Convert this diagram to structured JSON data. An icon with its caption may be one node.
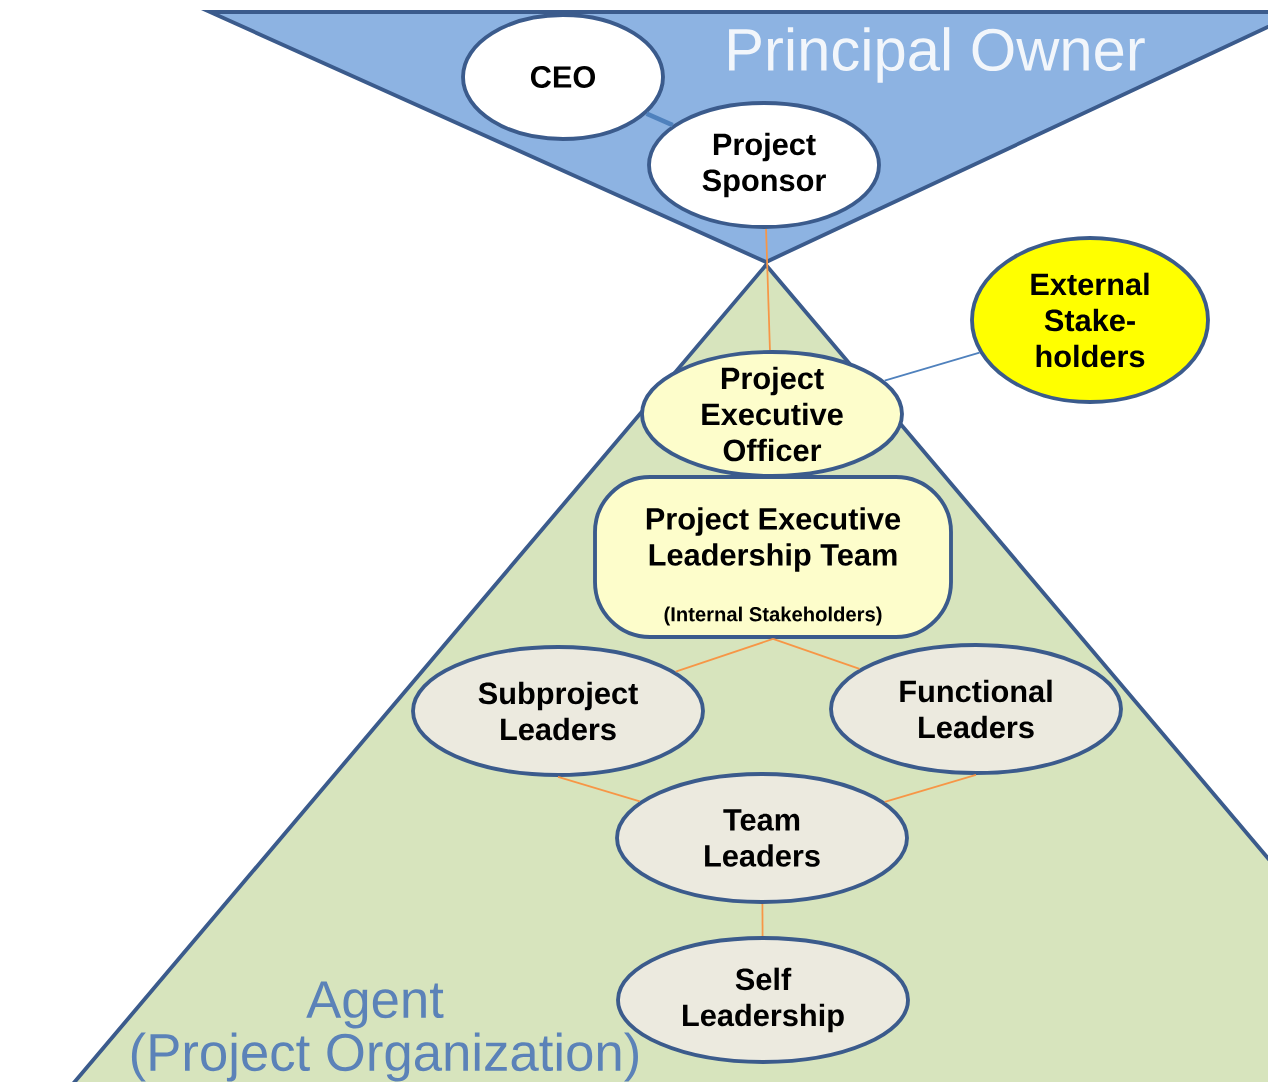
{
  "diagram": {
    "nodes": [
      {
        "text": [
          "Principal Owner"
        ]
      },
      {
        "text": [
          "CEO"
        ],
        "in": 0
      },
      {
        "text": [
          "Project Sponsor"
        ],
        "in": 0
      },
      {
        "text": [
          "Agent",
          "(Project Organization)"
        ]
      },
      {
        "text": [
          "External Stake- holders"
        ]
      },
      {
        "text": [
          "Project Executive Officer"
        ],
        "in": 3
      },
      {
        "text": [
          "Project Executive Leadership Team",
          "(Internal Stakeholders)"
        ],
        "in": 3
      },
      {
        "text": [
          "Subproject Leaders"
        ],
        "in": 3
      },
      {
        "text": [
          "Functional Leaders"
        ],
        "in": 3
      },
      {
        "text": [
          "Team Leaders"
        ],
        "in": 3
      },
      {
        "text": [
          "Self Leadership"
        ],
        "in": 3
      }
    ],
    "edges": [
      {
        "from": 1,
        "to": 2,
        "arrow": "none",
        "style": "thick",
        "color": "#4f81bd"
      },
      {
        "from": 2,
        "to": 5,
        "arrow": "none"
      },
      {
        "from": 5,
        "to": 4,
        "arrow": "none",
        "color": "#4f81bd"
      },
      {
        "from": 6,
        "to": 7,
        "arrow": "none"
      },
      {
        "from": 6,
        "to": 8,
        "arrow": "none"
      },
      {
        "from": 7,
        "to": 9,
        "arrow": "none"
      },
      {
        "from": 8,
        "to": 9,
        "arrow": "none"
      },
      {
        "from": 9,
        "to": 10,
        "arrow": "none"
      }
    ]
  }
}
